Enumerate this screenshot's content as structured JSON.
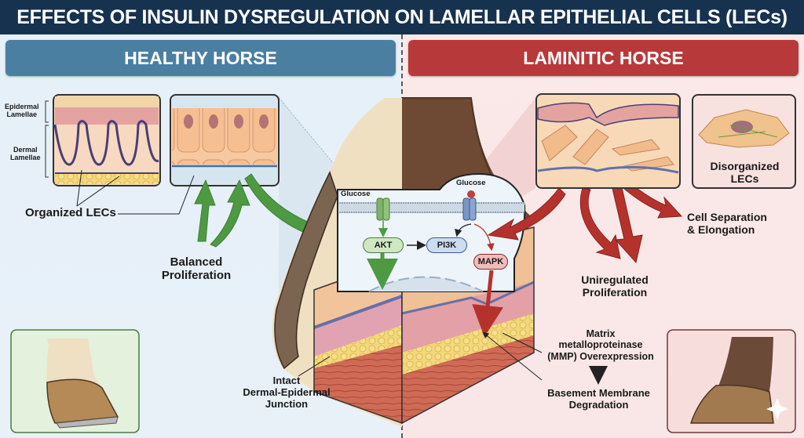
{
  "title": "EFFECTS OF INSULIN DYSREGULATION ON LAMELLAR EPITHELIAL CELLS (LECs)",
  "colors": {
    "title_bg": "#17324f",
    "healthy": "#4a7fa2",
    "laminitic": "#b8393a",
    "healthy_arrow": "#4e9a43",
    "laminitic_arrow": "#b5322c"
  },
  "healthy": {
    "header": "HEALTHY HORSE",
    "tissue_labels": {
      "epidermal": [
        "Epidermal",
        "Lamellae"
      ],
      "dermal": [
        "Dermal",
        "Lamellae"
      ]
    },
    "organized_lecs": "Organized LECs",
    "balanced": [
      "Balanced",
      "Proliferation"
    ],
    "intact": [
      "Intact",
      "Dermal-Epidermal",
      "Junction"
    ]
  },
  "laminitic": {
    "header": "LAMINITIC HORSE",
    "disorganized": [
      "Disorganized",
      "LECs"
    ],
    "separation": [
      "Cell Separation",
      "& Elongation"
    ],
    "unregulated": [
      "Uniregulated",
      "Proliferation"
    ],
    "mmp": [
      "Matrix",
      "metalloproteinase",
      "(MMP) Overexpression"
    ],
    "basement": [
      "Basement Membrane",
      "Degradation"
    ]
  },
  "signaling": {
    "glucose_left": "Glucose",
    "glucose_right": "Glucose",
    "akt": "AKT",
    "pi3k": "PI3K",
    "mapk": "MAPK"
  }
}
